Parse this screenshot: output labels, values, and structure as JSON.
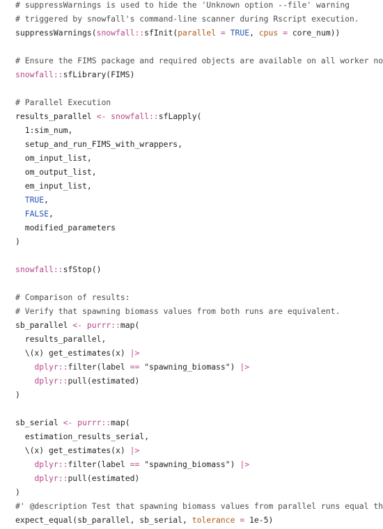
{
  "code": {
    "lines": [
      [
        {
          "t": "comment",
          "v": "# suppressWarnings is used to hide the 'Unknown option --file' warning"
        }
      ],
      [
        {
          "t": "comment",
          "v": "# triggered by snowfall's command-line scanner during Rscript execution."
        }
      ],
      [
        {
          "t": "plain",
          "v": "suppressWarnings("
        },
        {
          "t": "ns",
          "v": "snowfall::"
        },
        {
          "t": "plain",
          "v": "sfInit("
        },
        {
          "t": "arg",
          "v": "parallel"
        },
        {
          "t": "op",
          "v": " = "
        },
        {
          "t": "kw",
          "v": "TRUE"
        },
        {
          "t": "plain",
          "v": ", "
        },
        {
          "t": "arg",
          "v": "cpus"
        },
        {
          "t": "op",
          "v": " = "
        },
        {
          "t": "plain",
          "v": "core_num))"
        }
      ],
      [],
      [
        {
          "t": "comment",
          "v": "# Ensure the FIMS package and required objects are available on all worker nodes"
        }
      ],
      [
        {
          "t": "ns",
          "v": "snowfall::"
        },
        {
          "t": "plain",
          "v": "sfLibrary(FIMS)"
        }
      ],
      [],
      [
        {
          "t": "comment",
          "v": "# Parallel Execution"
        }
      ],
      [
        {
          "t": "plain",
          "v": "results_parallel "
        },
        {
          "t": "op",
          "v": "<-"
        },
        {
          "t": "plain",
          "v": " "
        },
        {
          "t": "ns",
          "v": "snowfall::"
        },
        {
          "t": "plain",
          "v": "sfLapply("
        }
      ],
      [
        {
          "t": "plain",
          "v": "  "
        },
        {
          "t": "num",
          "v": "1"
        },
        {
          "t": "plain",
          "v": ":sim_num,"
        }
      ],
      [
        {
          "t": "plain",
          "v": "  setup_and_run_FIMS_with_wrappers,"
        }
      ],
      [
        {
          "t": "plain",
          "v": "  om_input_list,"
        }
      ],
      [
        {
          "t": "plain",
          "v": "  om_output_list,"
        }
      ],
      [
        {
          "t": "plain",
          "v": "  em_input_list,"
        }
      ],
      [
        {
          "t": "plain",
          "v": "  "
        },
        {
          "t": "kw",
          "v": "TRUE"
        },
        {
          "t": "plain",
          "v": ","
        }
      ],
      [
        {
          "t": "plain",
          "v": "  "
        },
        {
          "t": "kw",
          "v": "FALSE"
        },
        {
          "t": "plain",
          "v": ","
        }
      ],
      [
        {
          "t": "plain",
          "v": "  modified_parameters"
        }
      ],
      [
        {
          "t": "plain",
          "v": ")"
        }
      ],
      [],
      [
        {
          "t": "ns",
          "v": "snowfall::"
        },
        {
          "t": "plain",
          "v": "sfStop()"
        }
      ],
      [],
      [
        {
          "t": "comment",
          "v": "# Comparison of results:"
        }
      ],
      [
        {
          "t": "comment",
          "v": "# Verify that spawning biomass values from both runs are equivalent."
        }
      ],
      [
        {
          "t": "plain",
          "v": "sb_parallel "
        },
        {
          "t": "op",
          "v": "<-"
        },
        {
          "t": "plain",
          "v": " "
        },
        {
          "t": "ns",
          "v": "purrr::"
        },
        {
          "t": "plain",
          "v": "map("
        }
      ],
      [
        {
          "t": "plain",
          "v": "  results_parallel,"
        }
      ],
      [
        {
          "t": "plain",
          "v": "  \\(x) get_estimates(x) "
        },
        {
          "t": "op",
          "v": "|>"
        }
      ],
      [
        {
          "t": "plain",
          "v": "    "
        },
        {
          "t": "ns",
          "v": "dplyr::"
        },
        {
          "t": "plain",
          "v": "filter(label "
        },
        {
          "t": "op",
          "v": "=="
        },
        {
          "t": "plain",
          "v": " "
        },
        {
          "t": "str",
          "v": "\"spawning_biomass\""
        },
        {
          "t": "plain",
          "v": ") "
        },
        {
          "t": "op",
          "v": "|>"
        }
      ],
      [
        {
          "t": "plain",
          "v": "    "
        },
        {
          "t": "ns",
          "v": "dplyr::"
        },
        {
          "t": "plain",
          "v": "pull(estimated)"
        }
      ],
      [
        {
          "t": "plain",
          "v": ")"
        }
      ],
      [],
      [
        {
          "t": "plain",
          "v": "sb_serial "
        },
        {
          "t": "op",
          "v": "<-"
        },
        {
          "t": "plain",
          "v": " "
        },
        {
          "t": "ns",
          "v": "purrr::"
        },
        {
          "t": "plain",
          "v": "map("
        }
      ],
      [
        {
          "t": "plain",
          "v": "  estimation_results_serial,"
        }
      ],
      [
        {
          "t": "plain",
          "v": "  \\(x) get_estimates(x) "
        },
        {
          "t": "op",
          "v": "|>"
        }
      ],
      [
        {
          "t": "plain",
          "v": "    "
        },
        {
          "t": "ns",
          "v": "dplyr::"
        },
        {
          "t": "plain",
          "v": "filter(label "
        },
        {
          "t": "op",
          "v": "=="
        },
        {
          "t": "plain",
          "v": " "
        },
        {
          "t": "str",
          "v": "\"spawning_biomass\""
        },
        {
          "t": "plain",
          "v": ") "
        },
        {
          "t": "op",
          "v": "|>"
        }
      ],
      [
        {
          "t": "plain",
          "v": "    "
        },
        {
          "t": "ns",
          "v": "dplyr::"
        },
        {
          "t": "plain",
          "v": "pull(estimated)"
        }
      ],
      [
        {
          "t": "plain",
          "v": ")"
        }
      ],
      [
        {
          "t": "comment",
          "v": "#' @description Test that spawning biomass values from parallel runs equal those"
        }
      ],
      [
        {
          "t": "plain",
          "v": "expect_equal(sb_parallel, sb_serial, "
        },
        {
          "t": "arg",
          "v": "tolerance"
        },
        {
          "t": "op",
          "v": " = "
        },
        {
          "t": "num",
          "v": "1e-5"
        },
        {
          "t": "plain",
          "v": ")"
        }
      ]
    ]
  },
  "colors": {
    "background": "#ffffff",
    "comment": "#4d4d4d",
    "namespace": "#b8478b",
    "operator": "#b8478b",
    "argument": "#b05a16",
    "keyword": "#2a56b5",
    "text": "#1f1f1f"
  }
}
